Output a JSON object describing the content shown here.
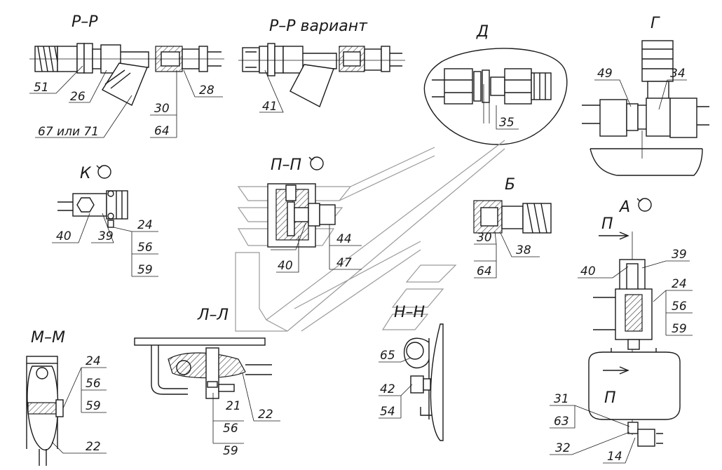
{
  "views": {
    "rr": "Р–Р",
    "rr_variant": "Р–Р вариант",
    "d": "Д",
    "g": "Г",
    "k": "К",
    "pp": "П–П",
    "b": "Б",
    "a": "А",
    "mm": "М–М",
    "ll": "Л–Л",
    "nn": "Н–Н",
    "p_arrow_top": "П",
    "p_arrow_bottom": "П"
  },
  "callouts": {
    "c51": "51",
    "c26": "26",
    "c67": "67 или 71",
    "c30a": "30",
    "c64a": "64",
    "c28": "28",
    "c41": "41",
    "c35": "35",
    "c49": "49",
    "c34": "34",
    "k40": "40",
    "k39": "39",
    "k24": "24",
    "k56": "56",
    "k59": "59",
    "p40": "40",
    "p44": "44",
    "p47": "47",
    "b30": "30",
    "b64": "64",
    "b38": "38",
    "a39": "39",
    "a40": "40",
    "a24": "24",
    "a56": "56",
    "a59": "59",
    "a31": "31",
    "a63": "63",
    "a32": "32",
    "a14": "14",
    "m24": "24",
    "m56": "56",
    "m59": "59",
    "m22": "22",
    "l21": "21",
    "l56": "56",
    "l59": "59",
    "l22": "22",
    "n65": "65",
    "n42": "42",
    "n54": "54"
  }
}
